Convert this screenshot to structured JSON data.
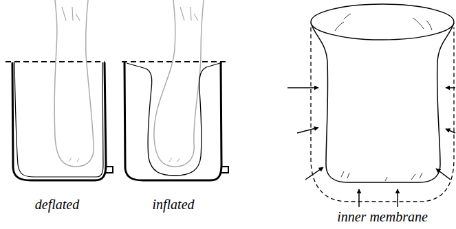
{
  "diagram": {
    "labels": [
      "deflated",
      "inflated",
      "inner membrane"
    ]
  }
}
